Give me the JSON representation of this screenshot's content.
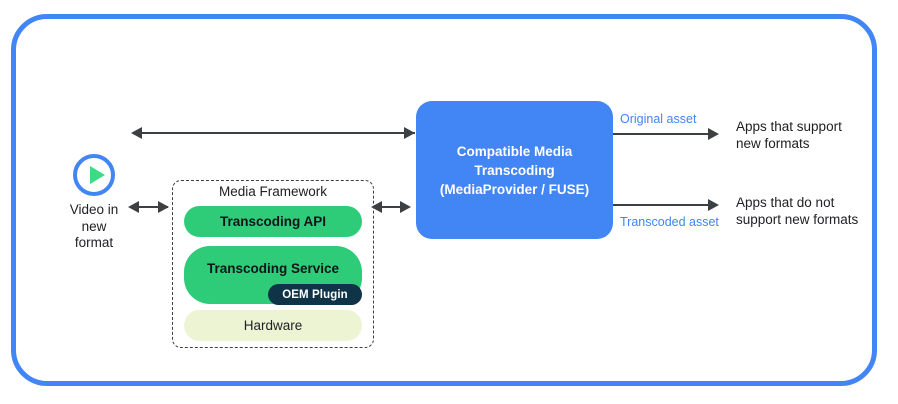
{
  "diagram": {
    "title_absent": true,
    "colors": {
      "frame_blue": "#4285f4",
      "box_blue": "#4285f4",
      "green": "#2ecc79",
      "hardware_green": "#edf4d3",
      "badge_navy": "#0f3448",
      "arrow_gray": "#3c4043",
      "text_dark": "#202124"
    },
    "source": {
      "icon": "play-circle-icon",
      "caption": "Video in\nnew\nformat"
    },
    "media_framework": {
      "title": "Media Framework",
      "layers": [
        {
          "label": "Transcoding API",
          "style": "green"
        },
        {
          "label": "Transcoding Service",
          "style": "green"
        },
        {
          "label": "Hardware",
          "style": "pale-green"
        }
      ],
      "badge": "OEM Plugin"
    },
    "central_box": {
      "label": "Compatible Media\nTranscoding\n(MediaProvider / FUSE)"
    },
    "outputs": [
      {
        "asset_label": "Original asset",
        "destination": "Apps that support\nnew formats"
      },
      {
        "asset_label": "Transcoded asset",
        "destination": "Apps that do not\nsupport new formats"
      }
    ],
    "arrows": {
      "top_bidirectional": "video-to-compatible-media-transcoding",
      "video_to_framework": "bidirectional",
      "framework_to_cmt": "bidirectional",
      "cmt_to_apps_support": "unidirectional",
      "cmt_to_apps_no_support": "unidirectional"
    }
  }
}
